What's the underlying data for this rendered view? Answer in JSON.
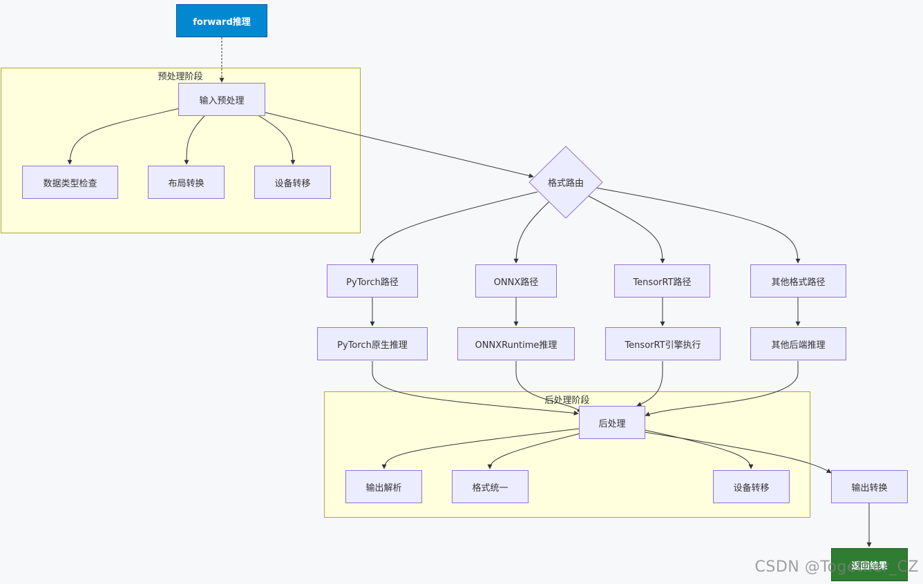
{
  "clusters": {
    "preprocess": "预处理阶段",
    "postprocess": "后处理阶段"
  },
  "nodes": {
    "forward": "forward推理",
    "input_preprocess": "输入预处理",
    "dtype_check": "数据类型检查",
    "layout_convert": "布局转换",
    "device_transfer_pre": "设备转移",
    "format_route": "格式路由",
    "pytorch_path": "PyTorch路径",
    "onnx_path": "ONNX路径",
    "tensorrt_path": "TensorRT路径",
    "other_path": "其他格式路径",
    "pytorch_infer": "PyTorch原生推理",
    "onnxruntime_infer": "ONNXRuntime推理",
    "tensorrt_exec": "TensorRT引擎执行",
    "other_infer": "其他后端推理",
    "postprocess": "后处理",
    "output_parse": "输出解析",
    "format_unify": "格式统一",
    "device_transfer_post": "设备转移",
    "output_convert": "输出转换",
    "return_result": "返回结果"
  },
  "colors": {
    "node_fill": "#ececff",
    "node_border": "#9370db",
    "cluster_fill": "#ffffde",
    "cluster_border": "#aaaa33",
    "start_fill": "#0288d1",
    "end_fill": "#2e7d32",
    "edge": "#333333"
  },
  "watermark": "CSDN @Together_CZ"
}
